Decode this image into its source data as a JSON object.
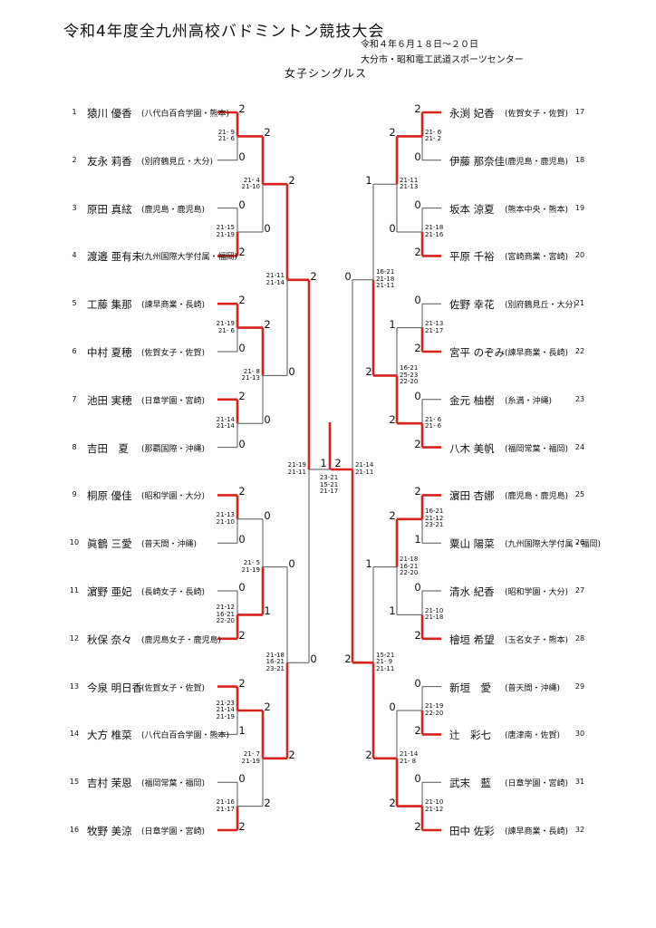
{
  "header": {
    "title": "令和4年度全九州高校バドミントン競技大会",
    "date": "令和４年６月１８日～２０日",
    "venue": "大分市・昭和電工武道スポーツセンター",
    "event": "女子シングルス"
  },
  "players_left": [
    {
      "seed": "1",
      "name": "猿川 優香",
      "school": "(八代白百合学園・熊本)"
    },
    {
      "seed": "2",
      "name": "友永 莉香",
      "school": "(別府鶴見丘・大分)"
    },
    {
      "seed": "3",
      "name": "原田 真絃",
      "school": "(鹿児島・鹿児島)"
    },
    {
      "seed": "4",
      "name": "渡邉 亜有未",
      "school": "(九州国際大学付属・福岡)"
    },
    {
      "seed": "5",
      "name": "工藤 集那",
      "school": "(諫早商業・長崎)"
    },
    {
      "seed": "6",
      "name": "中村 夏穂",
      "school": "(佐賀女子・佐賀)"
    },
    {
      "seed": "7",
      "name": "池田 実穂",
      "school": "(日章学園・宮崎)"
    },
    {
      "seed": "8",
      "name": "吉田　夏",
      "school": "(那覇国際・沖縄)"
    },
    {
      "seed": "9",
      "name": "桐原 優佳",
      "school": "(昭和学園・大分)"
    },
    {
      "seed": "10",
      "name": "眞鶴 三愛",
      "school": "(普天間・沖縄)"
    },
    {
      "seed": "11",
      "name": "濵野 亜妃",
      "school": "(長崎女子・長崎)"
    },
    {
      "seed": "12",
      "name": "秋保 奈々",
      "school": "(鹿児島女子・鹿児島)"
    },
    {
      "seed": "13",
      "name": "今泉 明日香",
      "school": "(佐賀女子・佐賀)"
    },
    {
      "seed": "14",
      "name": "大方 椎菜",
      "school": "(八代白百合学園・熊本)"
    },
    {
      "seed": "15",
      "name": "吉村 茉恩",
      "school": "(福岡常葉・福岡)"
    },
    {
      "seed": "16",
      "name": "牧野 美涼",
      "school": "(日章学園・宮崎)"
    }
  ],
  "players_right": [
    {
      "seed": "17",
      "name": "永渕 妃香",
      "school": "(佐賀女子・佐賀)"
    },
    {
      "seed": "18",
      "name": "伊藤 那奈佳",
      "school": "(鹿児島・鹿児島)"
    },
    {
      "seed": "19",
      "name": "坂本 涼夏",
      "school": "(熊本中央・熊本)"
    },
    {
      "seed": "20",
      "name": "平原 千裕",
      "school": "(宮崎商業・宮崎)"
    },
    {
      "seed": "21",
      "name": "佐野 幸花",
      "school": "(別府鶴見丘・大分)"
    },
    {
      "seed": "22",
      "name": "宮平 のぞみ",
      "school": "(諫早商業・長崎)"
    },
    {
      "seed": "23",
      "name": "金元 柚樹",
      "school": "(糸満・沖縄)"
    },
    {
      "seed": "24",
      "name": "八木 美帆",
      "school": "(福岡常葉・福岡)"
    },
    {
      "seed": "25",
      "name": "濵田 杏娜",
      "school": "(鹿児島・鹿児島)"
    },
    {
      "seed": "26",
      "name": "粟山 陽菜",
      "school": "(九州国際大学付属・福岡)"
    },
    {
      "seed": "27",
      "name": "清水 紀香",
      "school": "(昭和学園・大分)"
    },
    {
      "seed": "28",
      "name": "檜垣 希望",
      "school": "(玉名女子・熊本)"
    },
    {
      "seed": "29",
      "name": "新垣　愛",
      "school": "(普天間・沖縄)"
    },
    {
      "seed": "30",
      "name": "辻　彩七",
      "school": "(唐津南・佐賀)"
    },
    {
      "seed": "31",
      "name": "武末　藍",
      "school": "(日章学園・宮崎)"
    },
    {
      "seed": "32",
      "name": "田中 佐彩",
      "school": "(諫早商業・長崎)"
    }
  ],
  "left_r1": [
    {
      "top": "2",
      "bottom": "0",
      "games": "21- 9\n21- 6"
    },
    {
      "top": "0",
      "bottom": "2",
      "games": "21-15\n21-19"
    },
    {
      "top": "2",
      "bottom": "0",
      "games": "21-19\n21- 6"
    },
    {
      "top": "2",
      "bottom": "0",
      "games": "21-14\n21-14"
    },
    {
      "top": "2",
      "bottom": "0",
      "games": "21-13\n21-10"
    },
    {
      "top": "0",
      "bottom": "2",
      "games": "21-12\n16-21\n22-20"
    },
    {
      "top": "2",
      "bottom": "1",
      "games": "21-23\n21-14\n21-19"
    },
    {
      "top": "0",
      "bottom": "2",
      "games": "21-16\n21-17"
    }
  ],
  "left_r2": [
    {
      "top": "2",
      "bottom": "0",
      "games": "21- 4\n21-10"
    },
    {
      "top": "2",
      "bottom": "0",
      "games": "21- 8\n21-13"
    },
    {
      "top": "0",
      "bottom": "1",
      "games": "21- 5\n21-19"
    },
    {
      "top": "2",
      "bottom": "2",
      "games": "21- 7\n21-19"
    }
  ],
  "left_r3": [
    {
      "top": "2",
      "bottom": "0",
      "games": "21-11\n21-14"
    },
    {
      "top": "0",
      "bottom": "2",
      "games": "21-18\n16-21\n23-21"
    }
  ],
  "left_r4": {
    "top": "2",
    "bottom": "0",
    "games": "21-19\n21-11"
  },
  "right_r1": [
    {
      "top": "2",
      "bottom": "0",
      "games": "21- 6\n21- 2"
    },
    {
      "top": "0",
      "bottom": "2",
      "games": "21-18\n21-16"
    },
    {
      "top": "0",
      "bottom": "2",
      "games": "21-13\n21-17"
    },
    {
      "top": "0",
      "bottom": "2",
      "games": "21- 6\n21- 6"
    },
    {
      "top": "2",
      "bottom": "1",
      "games": "16-21\n21-12\n23-21"
    },
    {
      "top": "0",
      "bottom": "2",
      "games": "21-10\n21-18"
    },
    {
      "top": "0",
      "bottom": "2",
      "games": "21-19\n22-20"
    },
    {
      "top": "0",
      "bottom": "2",
      "games": "21-10\n21-12"
    }
  ],
  "right_r2": [
    {
      "top": "2",
      "bottom": "0",
      "games": "21-11\n21-13"
    },
    {
      "top": "1",
      "bottom": "2",
      "games": "16-21\n25-23\n22-20"
    },
    {
      "top": "2",
      "bottom": "1",
      "games": "21-18\n16-21\n22-20"
    },
    {
      "top": "0",
      "bottom": "2",
      "games": "21-14\n21- 8"
    }
  ],
  "right_r3": [
    {
      "top": "1",
      "bottom": "2",
      "games": "16-21\n21-18\n21-11"
    },
    {
      "top": "1",
      "bottom": "2",
      "games": "15-21\n21- 9\n21-11"
    }
  ],
  "right_r4": {
    "top": "0",
    "bottom": "2",
    "games": "21-14\n21-11"
  },
  "final": {
    "left": "1",
    "right": "2",
    "games": "23-21\n15-21\n21-17"
  },
  "colors": {
    "win": "#d9221c",
    "line": "#555555"
  }
}
